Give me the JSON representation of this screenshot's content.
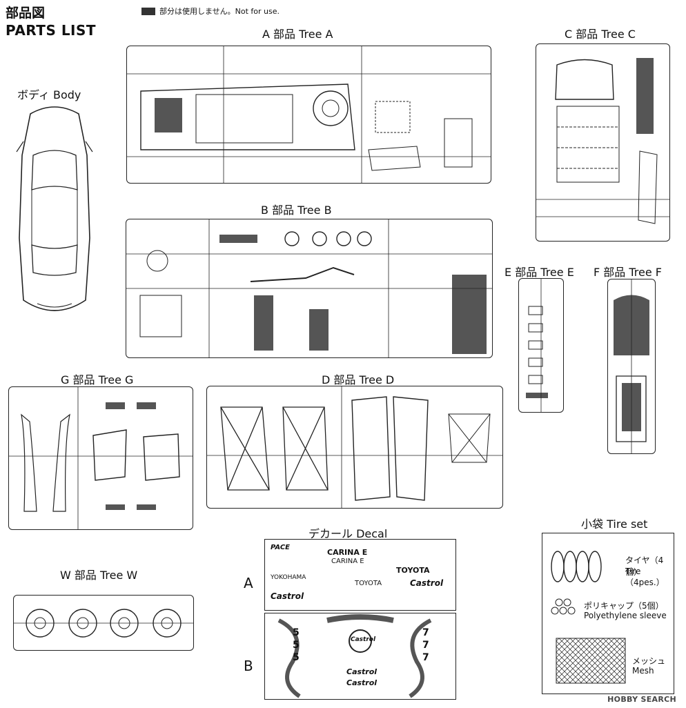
{
  "header": {
    "title_jp": "部品図",
    "title_en": "PARTS LIST",
    "notice": "部分は使用しません。Not for use."
  },
  "body_label": "ボディ Body",
  "trees": {
    "a": "A 部品 Tree A",
    "b": "B 部品 Tree B",
    "c": "C 部品 Tree C",
    "d": "D 部品 Tree D",
    "e": "E 部品 Tree E",
    "f": "F 部品 Tree F",
    "g": "G 部品 Tree G",
    "w": "W 部品 Tree W"
  },
  "decal": {
    "title": "デカール Decal",
    "sheet_a_label": "A",
    "sheet_b_label": "B",
    "texts": [
      "CARINA E",
      "CARINA E",
      "TOYOTA",
      "TOYOTA",
      "Castrol",
      "Castrol",
      "PACE",
      "YOKOHAMA",
      "Castrol",
      "5",
      "5",
      "5",
      "7",
      "7",
      "7",
      "Castrol",
      "Castrol"
    ]
  },
  "tire_set": {
    "title": "小袋 Tire set",
    "tire_jp": "タイヤ（4個）",
    "tire_en": "Tire （4pes.）",
    "sleeve_jp": "ポリキャップ（5個）",
    "sleeve_en": "Polyethylene sleeve",
    "mesh_jp": "メッシュ",
    "mesh_en": "Mesh"
  },
  "watermark": "HOBBY SEARCH",
  "colors": {
    "ink": "#222222",
    "unused": "#333333"
  }
}
